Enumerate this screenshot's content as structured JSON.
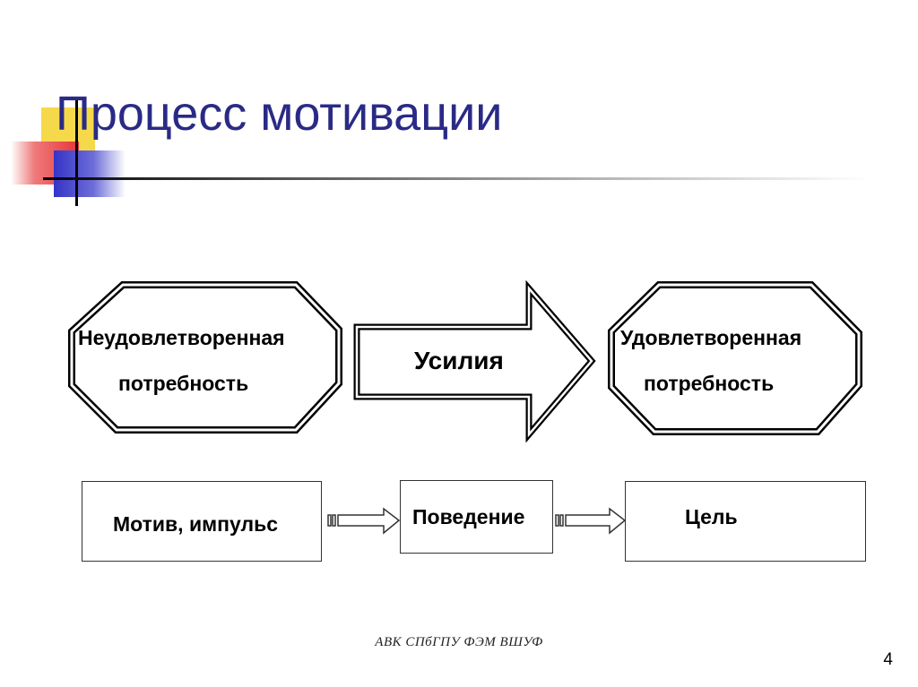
{
  "slide": {
    "title": "Процесс мотивации",
    "page_number": "4",
    "footer": "АВК   СПбГПУ   ФЭМ   ВШУФ"
  },
  "top_row": {
    "left_octagon": {
      "line1": "Неудовлетворенная",
      "line2": "потребность"
    },
    "arrow_label": "Усилия",
    "right_octagon": {
      "line1": "Удовлетворенная",
      "line2": "потребность"
    }
  },
  "bottom_row": {
    "boxes": [
      "Мотив, импульс",
      "Поведение",
      "Цель"
    ]
  },
  "colors": {
    "title": "#2a2a86",
    "accent_yellow": "#f6d94a",
    "accent_red": "#e8343a",
    "accent_blue": "#3434c8"
  }
}
